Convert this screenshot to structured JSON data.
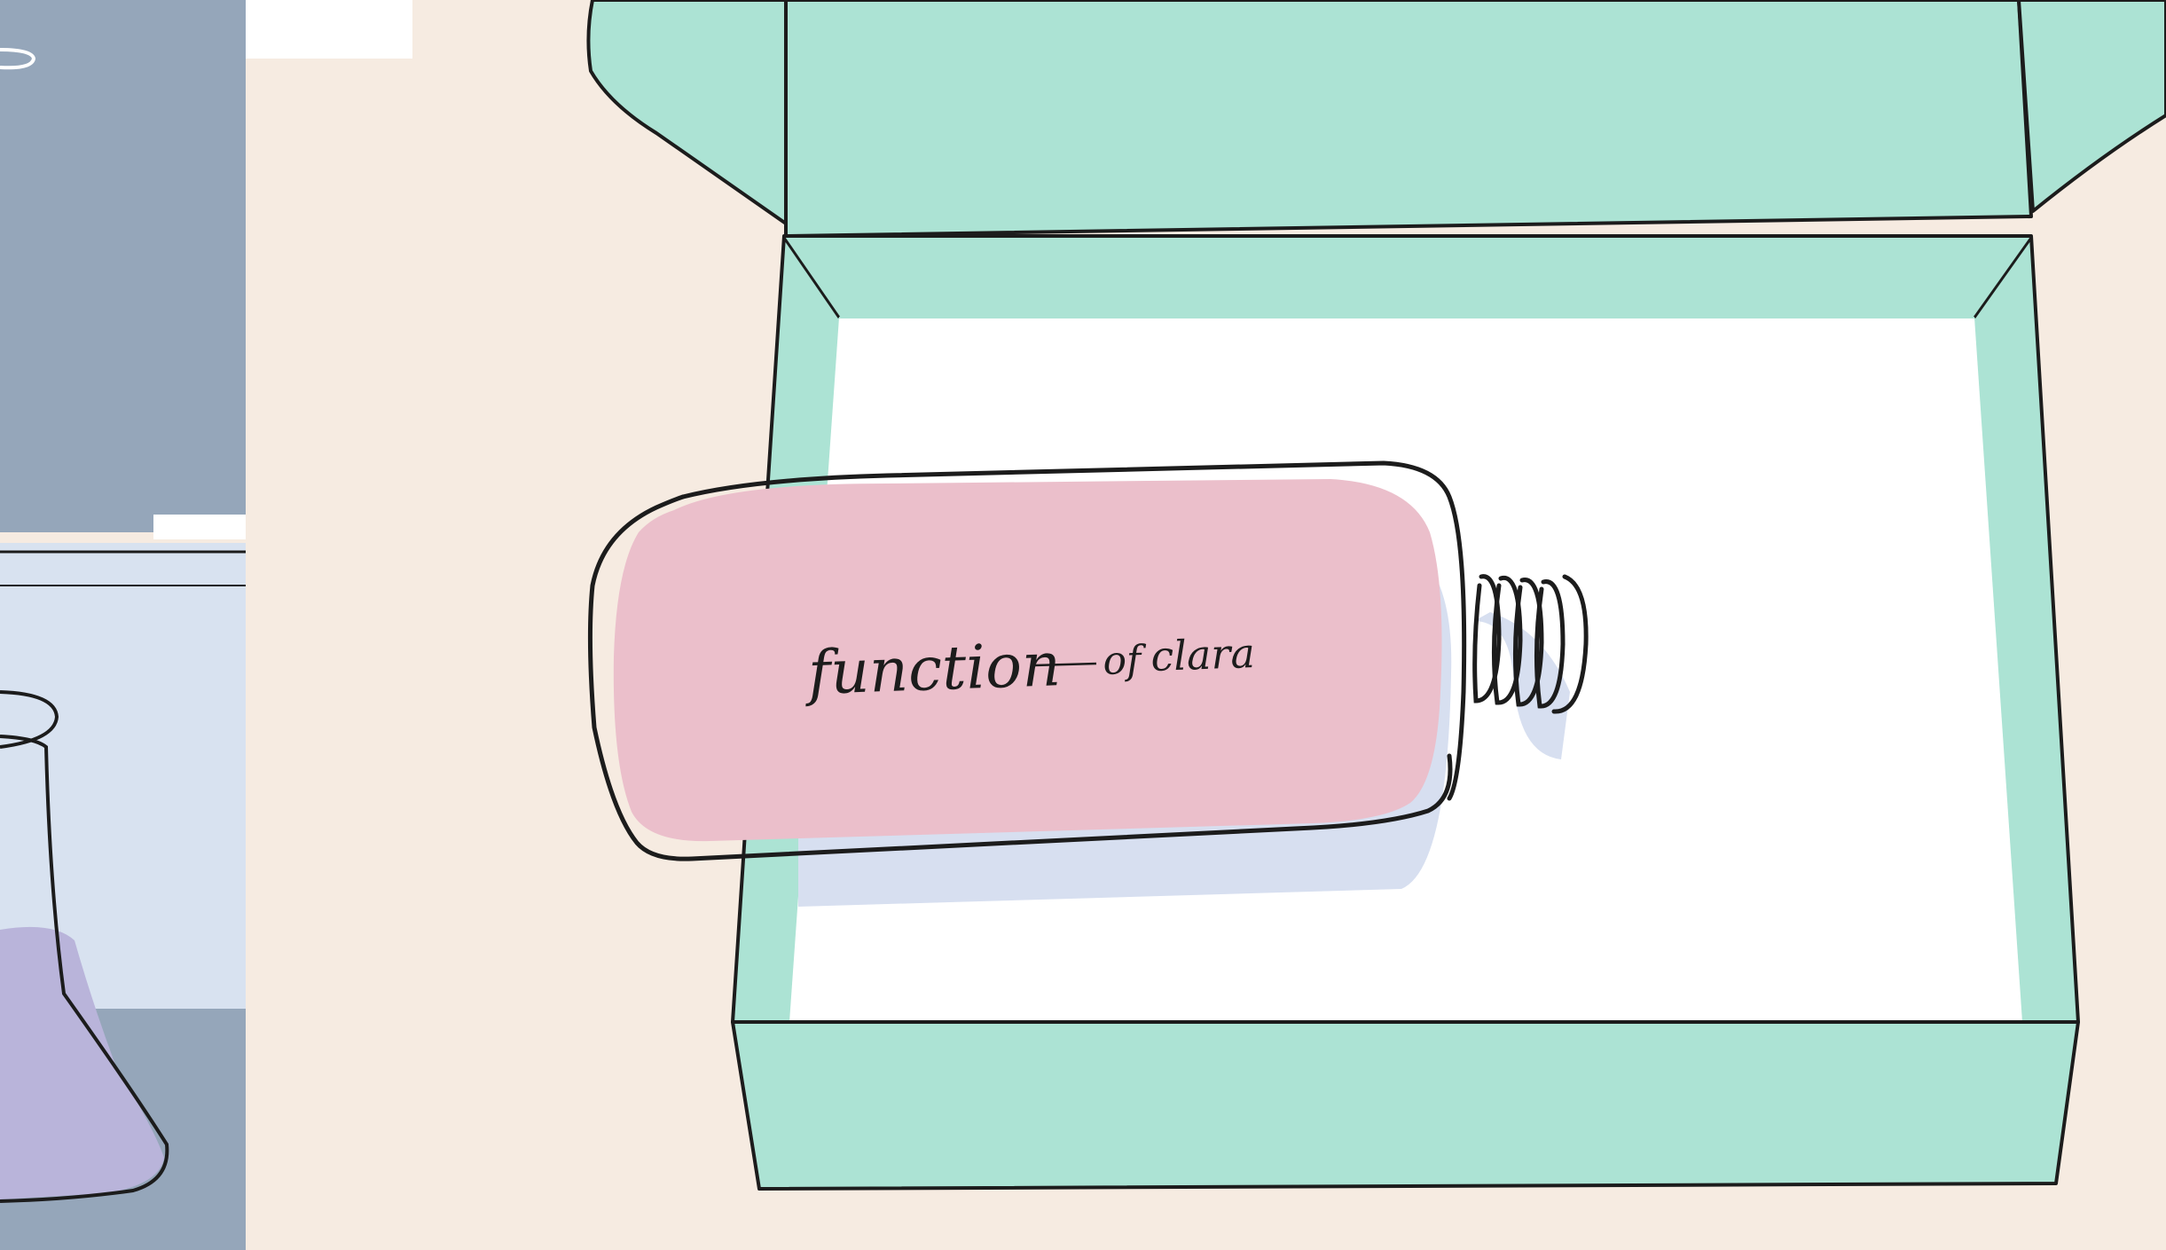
{
  "label": {
    "main": "function",
    "dash": "—",
    "of": "of",
    "brand": "clara"
  },
  "colors": {
    "background": "#f6ebe1",
    "box_teal": "#ace3d4",
    "box_interior": "#ffffff",
    "bottle_pink": "#ebbfcb",
    "bottle_shadow": "#d7dff0",
    "panel_slate": "#95a6ba",
    "panel_light": "#d8e2f0",
    "flask_fill": "#b9b4da",
    "outline": "#1c1c1c"
  }
}
